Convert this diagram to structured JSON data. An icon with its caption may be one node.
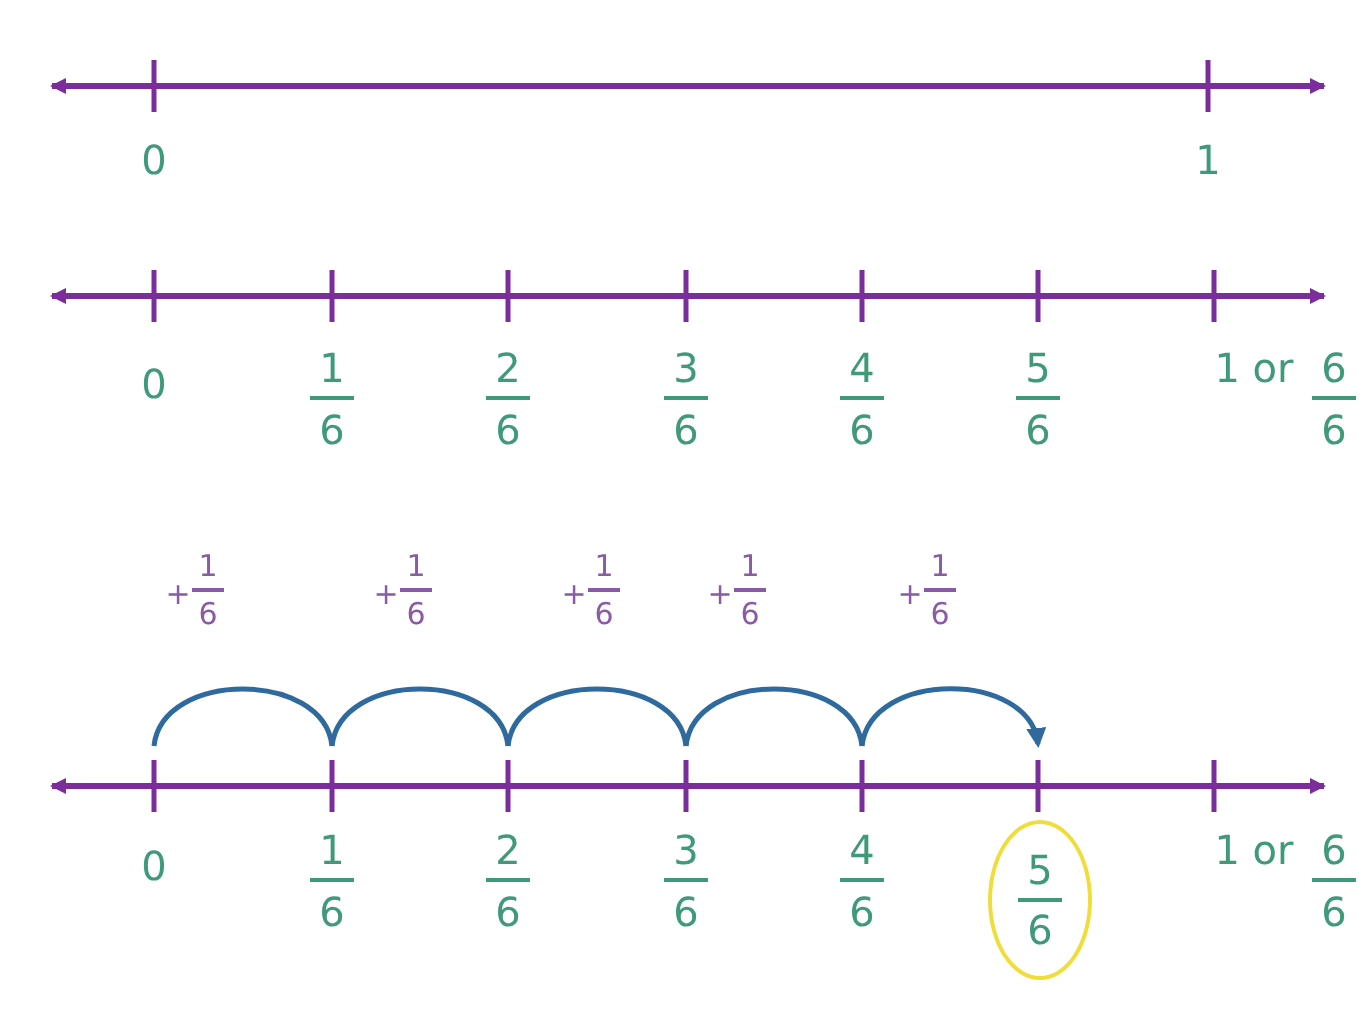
{
  "diagram": {
    "nodes": [
      {
        "text": [
          "5",
          "6"
        ]
      }
    ],
    "edges": [],
    "labels": [
      "0",
      "1",
      "0",
      "1",
      "6",
      "2",
      "6",
      "3",
      "6",
      "4",
      "6",
      "5",
      "6",
      "1 or",
      "6",
      "6",
      "+",
      "1",
      "6",
      "+",
      "1",
      "6",
      "+",
      "1",
      "6",
      "+",
      "1",
      "6",
      "+",
      "1",
      "6",
      "0",
      "1",
      "6",
      "2",
      "6",
      "3",
      "6",
      "4",
      "6",
      "1 or",
      "6",
      "6"
    ]
  }
}
